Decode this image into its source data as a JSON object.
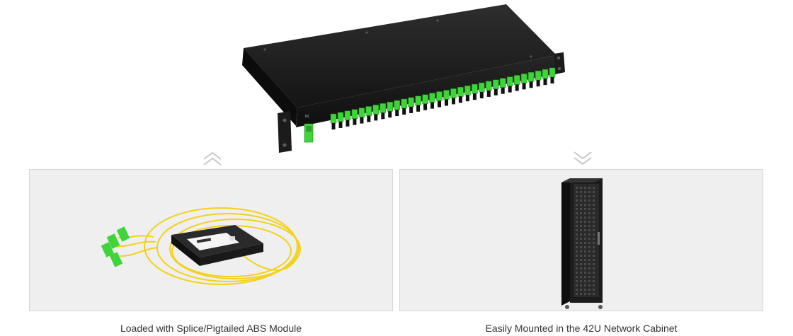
{
  "product": {
    "image_name": "rack-mount-plc-splitter-1u",
    "input_port_label": "IN",
    "output_port_count": 32
  },
  "navigation": {
    "up_icon": "double-chevron-up-icon",
    "down_icon": "double-chevron-down-icon"
  },
  "panels": [
    {
      "caption": "Loaded with Splice/Pigtailed ABS Module",
      "image_name": "abs-plc-splitter-module"
    },
    {
      "caption": "Easily Mounted in the 42U Network Cabinet",
      "image_name": "42u-network-cabinet"
    }
  ],
  "colors": {
    "adapter_green": "#3fd53a",
    "chassis": "#1a1a1a",
    "fiber_yellow": "#f2d21a",
    "panel_bg": "#efefef",
    "panel_border": "#d6d6d6",
    "arrow": "#c8c8c8",
    "caption_text": "#333333"
  }
}
